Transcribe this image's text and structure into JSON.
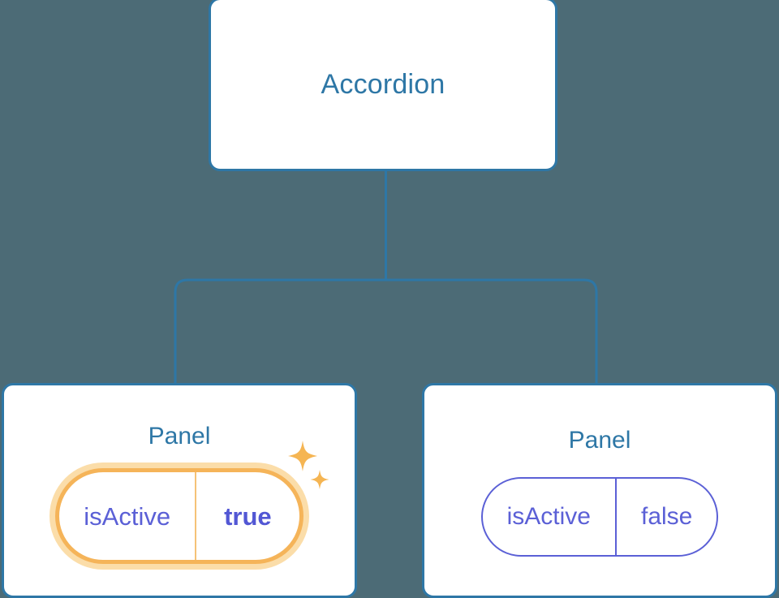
{
  "diagram": {
    "type": "component-tree",
    "background_color": "#4c6b76",
    "accent_color": "#2e77a6",
    "prop_color": "#5b60d6",
    "highlight_color": "#f5b459",
    "highlight_glow_color": "#fbdda9"
  },
  "root": {
    "label": "Accordion"
  },
  "children": [
    {
      "label": "Panel",
      "prop": {
        "key": "isActive",
        "value": "true",
        "highlighted": true,
        "sparkle_large_icon": "sparkle-icon",
        "sparkle_small_icon": "sparkle-icon"
      }
    },
    {
      "label": "Panel",
      "prop": {
        "key": "isActive",
        "value": "false",
        "highlighted": false
      }
    }
  ]
}
